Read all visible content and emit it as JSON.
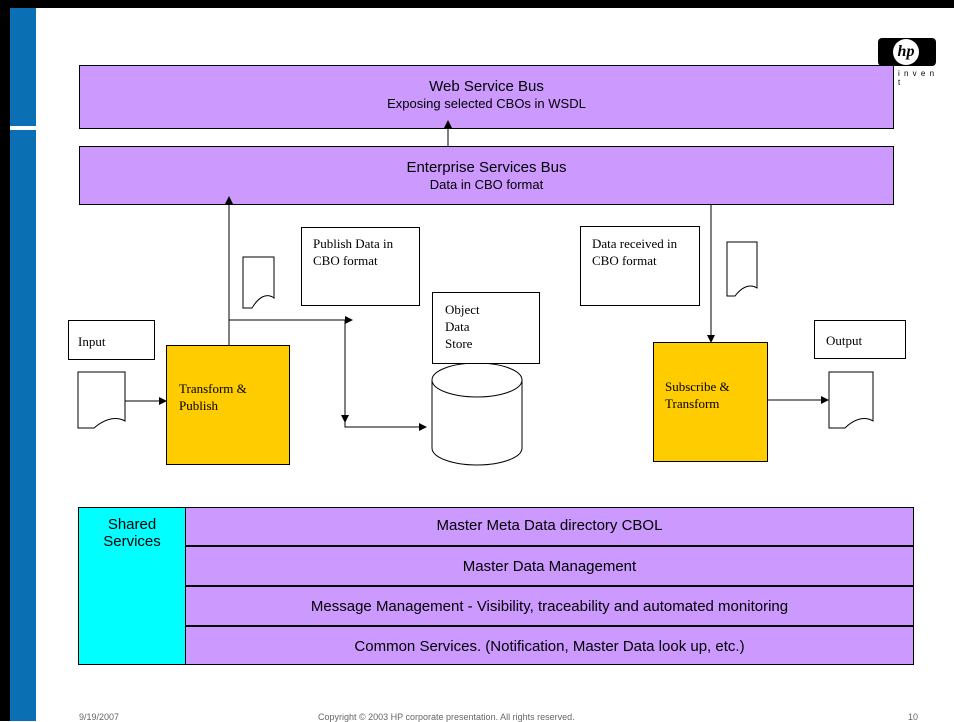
{
  "buses": {
    "web": {
      "title": "Web Service Bus",
      "subtitle": "Exposing selected CBOs in WSDL"
    },
    "enterprise": {
      "title": "Enterprise Services Bus",
      "subtitle": "Data in CBO format"
    }
  },
  "notes": {
    "publish": "Publish Data in CBO format",
    "received": "Data received in CBO format",
    "input": "Input",
    "output": "Output",
    "store": "Object Data Store"
  },
  "processes": {
    "transform_publish": "Transform & Publish",
    "subscribe_transform": "Subscribe & Transform"
  },
  "shared": {
    "label": "Shared Services",
    "rows": [
      "Master Meta Data directory CBOL",
      "Master Data Management",
      "Message Management - Visibility, traceability and automated monitoring",
      "Common Services. (Notification, Master Data look up, etc.)"
    ]
  },
  "logo": {
    "text": "hp",
    "tagline": "i n v e n t"
  },
  "footer": {
    "date": "9/19/2007",
    "copyright": "Copyright © 2003 HP corporate presentation. All rights reserved.",
    "page": "10"
  },
  "colors": {
    "bus": "#cc99ff",
    "process": "#ffcc00",
    "shared": "#00ffff",
    "sidebar": "#0a6fb3"
  }
}
